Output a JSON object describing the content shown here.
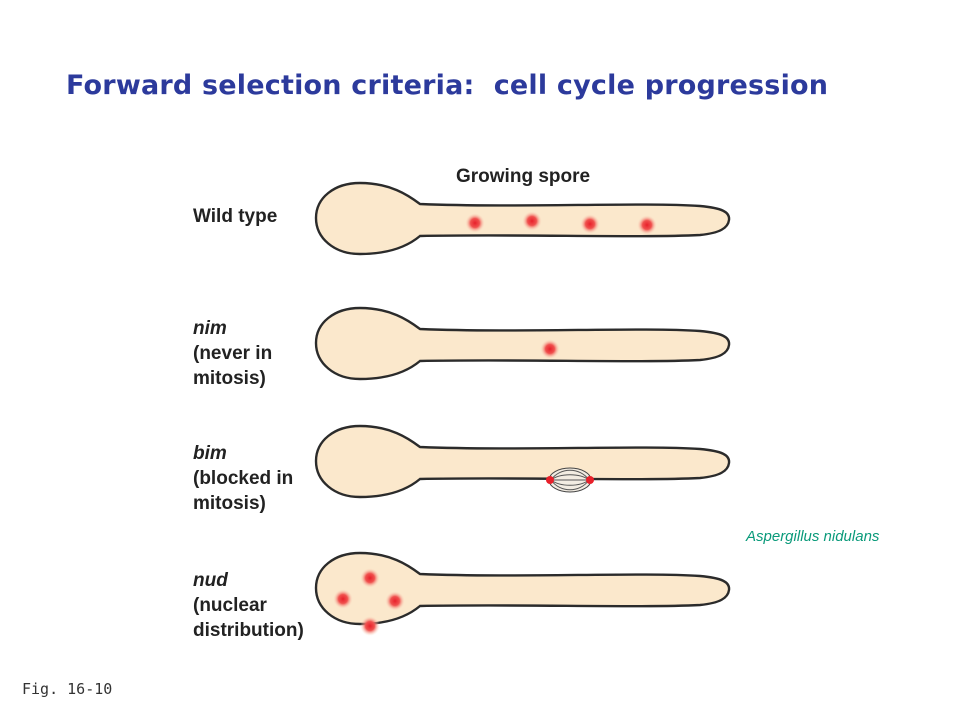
{
  "title": "Forward selection criteria:  cell cycle progression",
  "header_label": "Growing spore",
  "organism": "Aspergillus nidulans",
  "figure_ref": "Fig. 16-10",
  "colors": {
    "title": "#2c3a9c",
    "cell_fill": "#fbe8cc",
    "cell_stroke": "#2b2b2b",
    "nucleus": "#ee3b3b",
    "organism_text": "#0a9a7a"
  },
  "rows": [
    {
      "gene": "",
      "description": "Wild type",
      "phenotype": "four nuclei spread along the hypha"
    },
    {
      "gene": "nim",
      "description": "(never in mitosis)",
      "phenotype": "single nucleus in hypha"
    },
    {
      "gene": "bim",
      "description": "(blocked in mitosis)",
      "phenotype": "mitotic spindle in hypha"
    },
    {
      "gene": "nud",
      "description": "(nuclear distribution)",
      "phenotype": "four nuclei clustered in spore"
    }
  ]
}
